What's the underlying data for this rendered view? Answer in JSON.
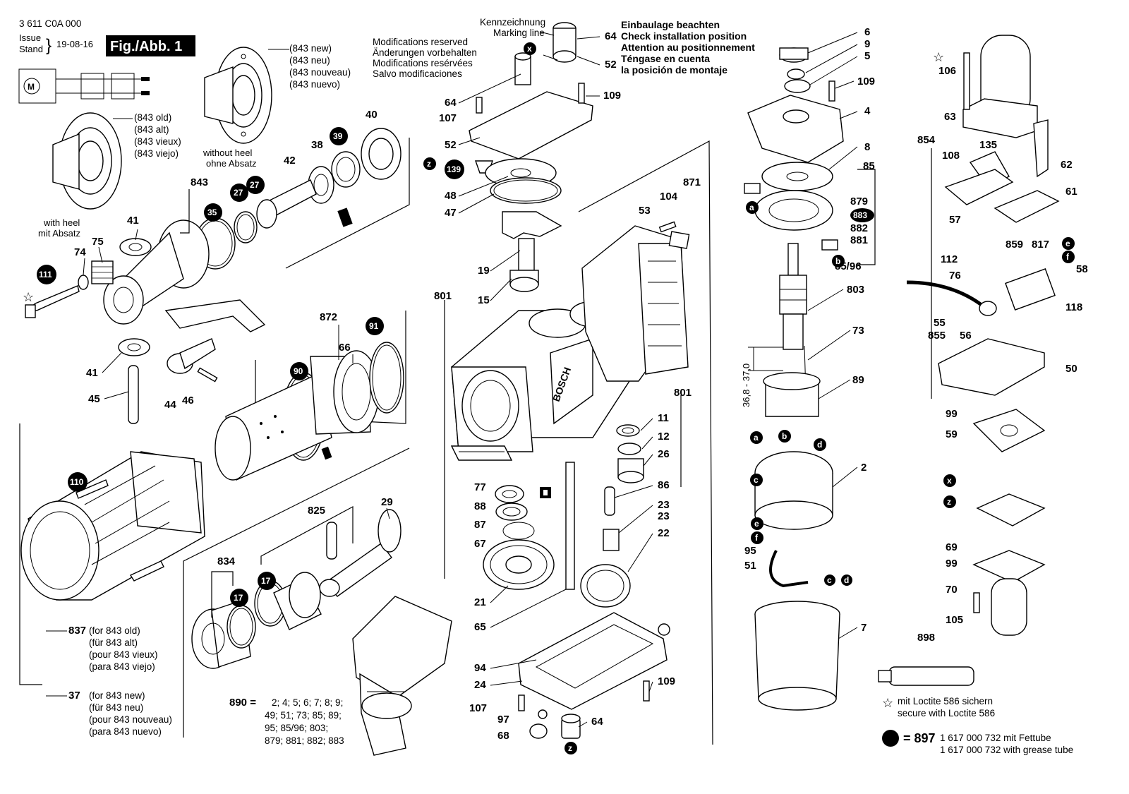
{
  "header": {
    "doc_number": "3 611 C0A 000",
    "issue_label_1": "Issue",
    "issue_label_2": "Stand",
    "issue_date": "19-08-16",
    "fig_label": "Fig./Abb. 1"
  },
  "notes": {
    "modifications": [
      "Modifications reserved",
      "Änderungen vorbehalten",
      "Modifications resérvées",
      "Salvo modificaciones"
    ],
    "marking": [
      "Kennzeichnung",
      "Marking line"
    ],
    "install": [
      "Einbaulage beachten",
      "Check installation position",
      "Attention au positionnement",
      "Téngase en cuenta",
      "la posición de montaje"
    ],
    "flange_new": [
      "(843 new)",
      "(843 neu)",
      "(843 nouveau)",
      "(843 nuevo)"
    ],
    "flange_old": [
      "(843 old)",
      "(843 alt)",
      "(843 vieux)",
      "(843 viejo)"
    ],
    "without_heel": [
      "without heel",
      "ohne Absatz"
    ],
    "with_heel": [
      "with heel",
      "mit Absatz"
    ],
    "p837": [
      "(for 843 old)",
      "(für 843 alt)",
      "(pour 843 vieux)",
      "(para 843 viejo)"
    ],
    "p37": [
      "(for 843 new)",
      "(für 843 neu)",
      "(pour 843 nouveau)",
      "(para 843 nuevo)"
    ],
    "kit_890": [
      "2; 4; 5; 6; 7; 8; 9;",
      "49; 51; 73; 85; 89;",
      "95; 85/96; 803;",
      "879; 881; 882; 883"
    ],
    "loctite": [
      "mit Loctite 586 sichern",
      "secure with Loctite 586"
    ],
    "grease": [
      "1 617 000 732 mit Fettube",
      "1 617 000 732 with grease tube"
    ],
    "dimension": "36,8 - 37,0"
  },
  "legend": {
    "eq_890": "890 =",
    "eq_897": "= 897",
    "star": "☆"
  },
  "labels": {
    "l6": "6",
    "l9": "9",
    "l5": "5",
    "l109a": "109",
    "l4": "4",
    "l8": "8",
    "l85": "85",
    "l879": "879",
    "l882": "882",
    "l881": "881",
    "l8596": "85/96",
    "l803": "803",
    "l73": "73",
    "l89": "89",
    "l2": "2",
    "l95": "95",
    "l51": "51",
    "l7": "7",
    "l106": "106",
    "l63": "63",
    "l854": "854",
    "l108": "108",
    "l135": "135",
    "l62": "62",
    "l57": "57",
    "l61": "61",
    "l859": "859",
    "l817": "817",
    "l112": "112",
    "l76": "76",
    "l58": "58",
    "l118": "118",
    "l55": "55",
    "l855": "855",
    "l56": "56",
    "l50": "50",
    "l99a": "99",
    "l59": "59",
    "l69": "69",
    "l99b": "99",
    "l70": "70",
    "l105": "105",
    "l898": "898",
    "l64a": "64",
    "l52a": "52",
    "l64b": "64",
    "l107a": "107",
    "l109b": "109",
    "l52b": "52",
    "l48": "48",
    "l47": "47",
    "l19": "19",
    "l15": "15",
    "l801a": "801",
    "l53": "53",
    "l104": "104",
    "l871": "871",
    "l801b": "801",
    "l11": "11",
    "l12": "12",
    "l26": "26",
    "l86": "86",
    "l23a": "23",
    "l23b": "23",
    "l22": "22",
    "l77": "77",
    "l88": "88",
    "l87": "87",
    "l67": "67",
    "l21": "21",
    "l65": "65",
    "l94": "94",
    "l24": "24",
    "l107b": "107",
    "l97": "97",
    "l68": "68",
    "l64c": "64",
    "l109c": "109",
    "l40": "40",
    "l38": "38",
    "l42": "42",
    "l843": "843",
    "l41a": "41",
    "l74": "74",
    "l75": "75",
    "l41b": "41",
    "l45": "45",
    "l44": "44",
    "l46": "46",
    "l872": "872",
    "l66": "66",
    "l825": "825",
    "l29": "29",
    "l834": "834",
    "l837": "837",
    "l37": "37"
  },
  "markers": {
    "m139": "139",
    "m39": "39",
    "m27": "27",
    "m35": "35",
    "m111": "111",
    "m91": "91",
    "m90": "90",
    "m110": "110",
    "m17a": "17",
    "m17b": "17",
    "m883": "883",
    "x1": "x",
    "z1": "z",
    "x2": "x",
    "z2": "z",
    "z3": "z",
    "a1": "a",
    "b1": "b",
    "a2": "a",
    "b2": "b",
    "c1": "c",
    "d1": "d",
    "e1": "e",
    "f1": "f",
    "e2": "e",
    "f2": "f",
    "c2": "c",
    "d2": "d"
  }
}
